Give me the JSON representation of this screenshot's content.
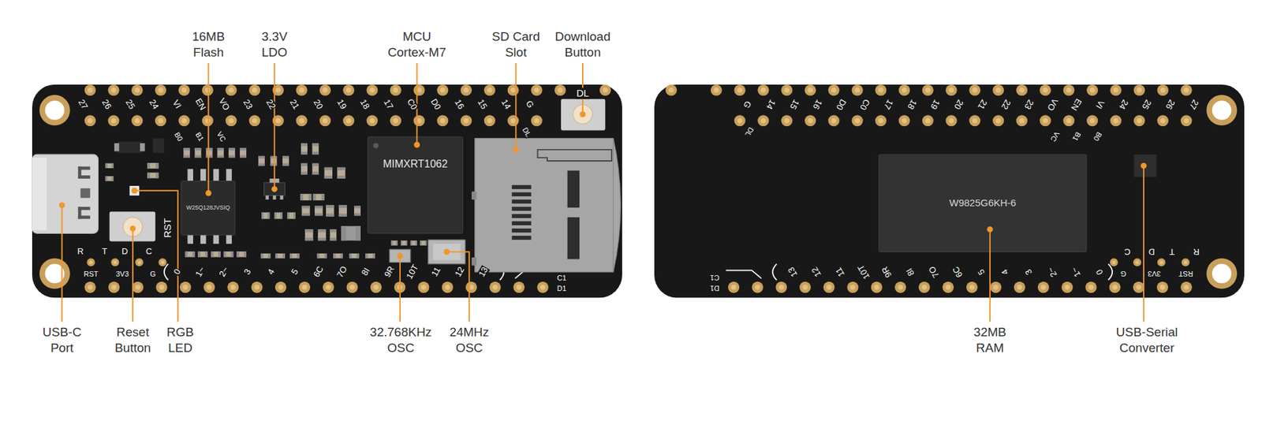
{
  "diagram": {
    "nodes": [
      {
        "text": [
          "W25Q128JVSIQ"
        ]
      },
      {
        "text": [
          "MIMXRT1062"
        ]
      },
      {
        "text": [
          "W9825G6KH-6"
        ]
      }
    ],
    "labels": [
      "16MB Flash",
      "3.3V LDO",
      "MCU Cortex-M7",
      "SD Card Slot",
      "Download Button",
      "USB-C Port",
      "Reset Button",
      "RGB LED",
      "32.768KHz OSC",
      "24MHz OSC",
      "32MB RAM",
      "USB-Serial Converter",
      "DL",
      "RST",
      "27",
      "26",
      "25",
      "24",
      "VI",
      "EN",
      "VO",
      "23",
      "22",
      "21",
      "20",
      "19",
      "18",
      "17",
      "C0",
      "D0",
      "16",
      "15",
      "14",
      "G",
      "B0",
      "B1",
      "VC",
      "DL",
      "R",
      "T",
      "D",
      "C",
      "RST",
      "3V3",
      "G",
      "0",
      "1~",
      "2~",
      "3",
      "4",
      "5",
      "6C",
      "7O",
      "8I",
      "9R",
      "10T",
      "11",
      "12",
      "13",
      "C1",
      "D1",
      "G",
      "14",
      "15",
      "16",
      "D0",
      "C0",
      "17",
      "18",
      "19",
      "20",
      "21",
      "22",
      "23",
      "VO",
      "EN",
      "VI",
      "24",
      "25",
      "26",
      "27",
      "DL",
      "VC",
      "B1",
      "B0",
      "C1",
      "D1",
      "13",
      "12",
      "11",
      "10T",
      "9R",
      "8I",
      "7O",
      "6C",
      "5",
      "4",
      "3",
      "2~",
      "1~",
      "0",
      "C",
      "D",
      "T",
      "R",
      "G",
      "3V3",
      "RST"
    ]
  }
}
